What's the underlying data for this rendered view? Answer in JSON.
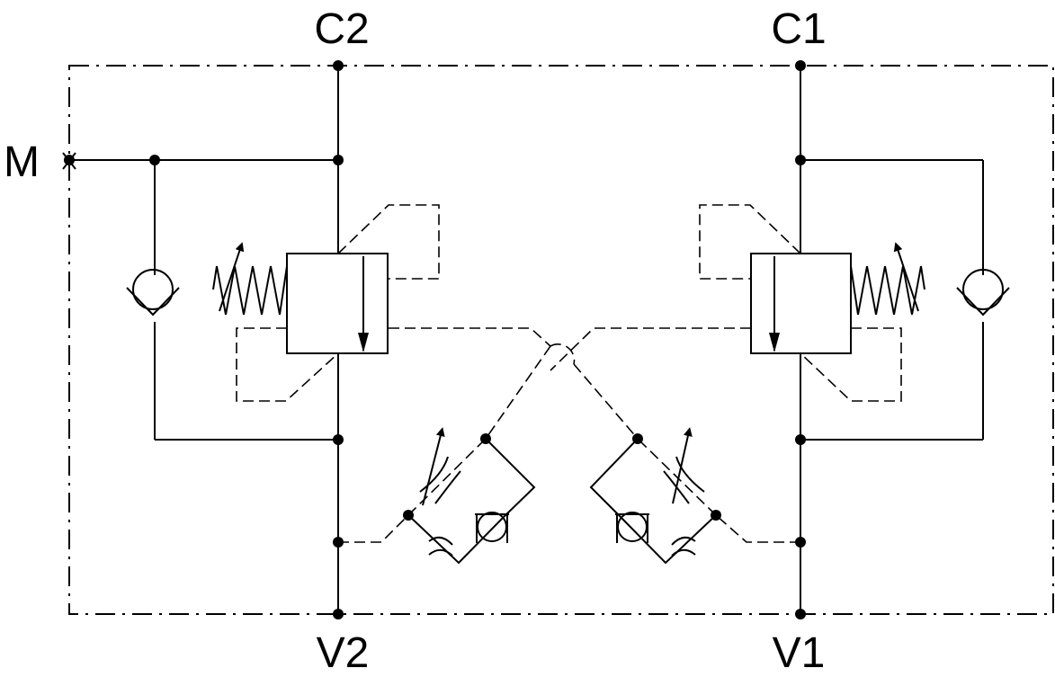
{
  "ports": {
    "c2": "C2",
    "c1": "C1",
    "v2": "V2",
    "v1": "V1",
    "m": "M"
  },
  "colors": {
    "line": "#000000",
    "background": "#ffffff"
  }
}
